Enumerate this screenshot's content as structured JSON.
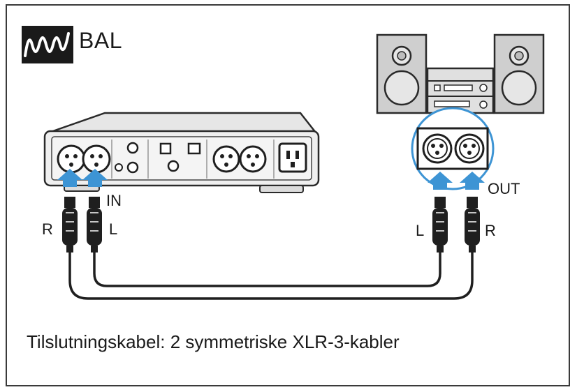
{
  "header": {
    "icon": "sine-wave-icon",
    "label": "BAL"
  },
  "labels": {
    "input": "IN",
    "output": "OUT",
    "left_amp": "L",
    "right_amp": "R",
    "left_stereo": "L",
    "right_stereo": "R"
  },
  "caption": "Tilslutningskabel: 2 symmetriske XLR-3-kabler",
  "colors": {
    "arrow": "#3d94d4",
    "device": "#eeeeee",
    "stroke": "#2a2a2a"
  }
}
